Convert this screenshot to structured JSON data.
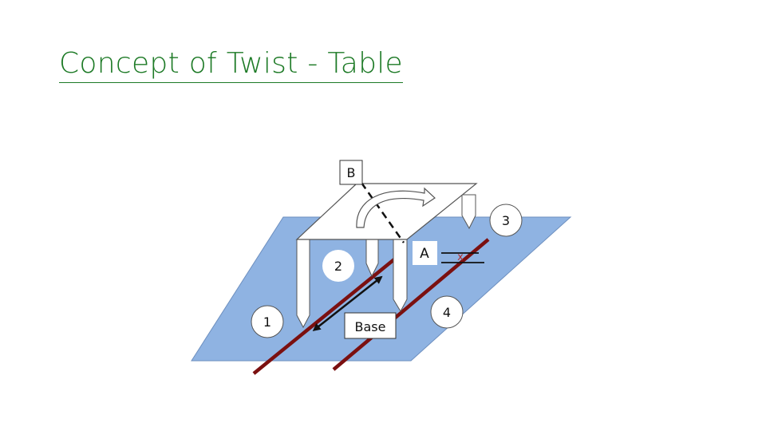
{
  "slide": {
    "title": "Concept of Twist - Table"
  },
  "diagram": {
    "labels": {
      "b": "B",
      "a": "A",
      "x": "x",
      "base": "Base",
      "leg1": "1",
      "leg2": "2",
      "leg3": "3",
      "leg4": "4"
    },
    "colors": {
      "title": "#1d7a26",
      "floor": "#8fb3e2",
      "rail": "#7b1010",
      "x_mark": "#b23030"
    }
  }
}
